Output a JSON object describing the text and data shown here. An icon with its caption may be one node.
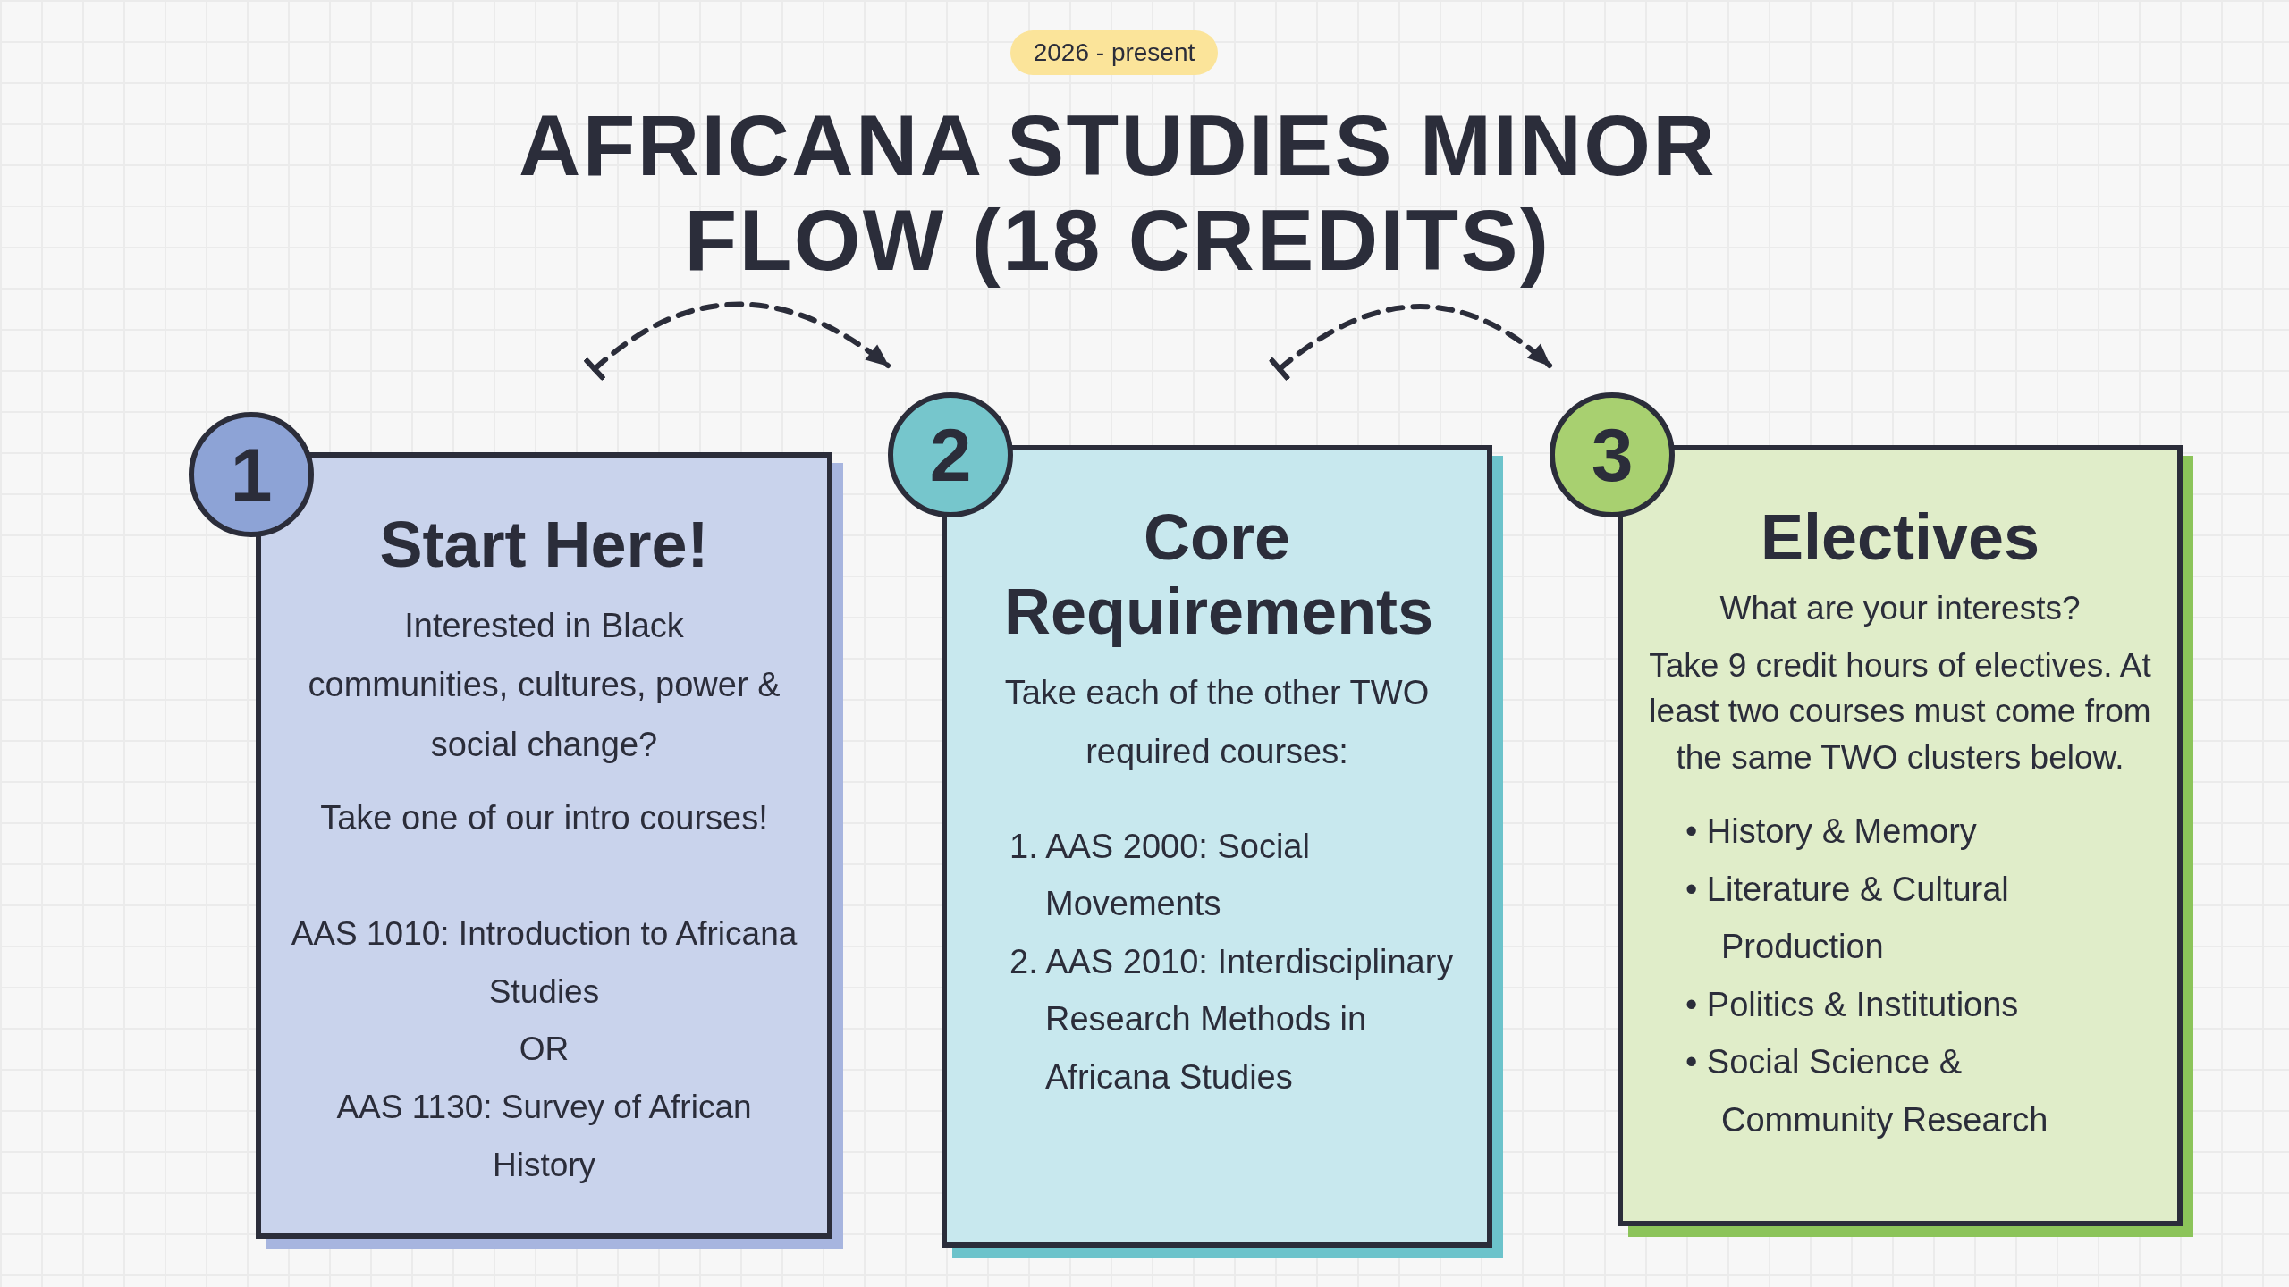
{
  "diagram": {
    "title": "AFRICANA STUDIES MINOR FLOW (18 CREDITS)",
    "nodes": [
      {
        "text": [
          "Start Here!",
          "Interested in Black communities, cultures, power & social change?",
          "Take one of our intro courses!",
          "AAS 1010: Introduction to Africana Studies",
          "OR",
          "AAS 1130: Survey of African History"
        ]
      },
      {
        "text": [
          "1"
        ]
      },
      {
        "text": [
          "Core Requirements",
          "Take each of the other TWO required courses:",
          "1. AAS 2000: Social Movements",
          "2. AAS 2010: Interdisciplinary Research Methods in Africana Studies"
        ]
      },
      {
        "text": [
          "2"
        ]
      },
      {
        "text": [
          "Electives",
          "What are your interests?",
          "Take 9 credit hours of electives. At least two courses must come from the same TWO clusters below.",
          "• History & Memory",
          "• Literature & Cultural Production",
          "• Politics & Institutions",
          "• Social Science & Community Research"
        ]
      },
      {
        "text": [
          "3"
        ]
      }
    ],
    "edges": [
      {
        "from": null,
        "to": 3,
        "arrow": "to",
        "style": "dashed"
      },
      {
        "from": null,
        "to": 5,
        "arrow": "to",
        "style": "dashed"
      }
    ],
    "labels": [
      "2026 - present"
    ]
  }
}
